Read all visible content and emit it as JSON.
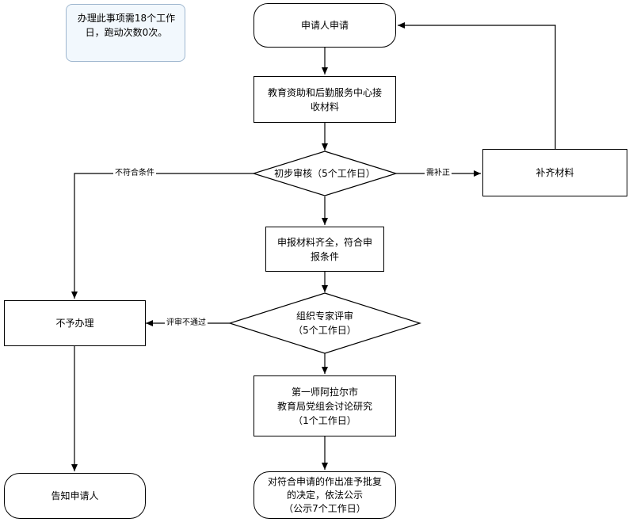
{
  "note": {
    "line1": "办理此事项需18个工作",
    "line2": "日，跑动次数0次。"
  },
  "nodes": {
    "apply": "申请人申请",
    "receive": {
      "line1": "教育资助和后勤服务中心接",
      "line2": "收材料"
    },
    "review": "初步审核（5个工作日）",
    "supplement": "补齐材料",
    "qualified": {
      "line1": "申报材料齐全，符合申",
      "line2": "报条件"
    },
    "expert": {
      "line1": "组织专家评审",
      "line2": "（5个工作日）"
    },
    "reject": "不予办理",
    "party": {
      "line1": "第一师阿拉尔市",
      "line2": "教育局党组会讨论研究",
      "line3": "（1个工作日）"
    },
    "notify": "告知申请人",
    "decision": {
      "line1": "对符合申请的作出准予批复",
      "line2": "的决定，依法公示",
      "line3": "（公示7个工作日）"
    }
  },
  "edges": {
    "not_meet": "不符合条件",
    "need_supplement": "需补正",
    "review_fail": "评审不通过"
  }
}
